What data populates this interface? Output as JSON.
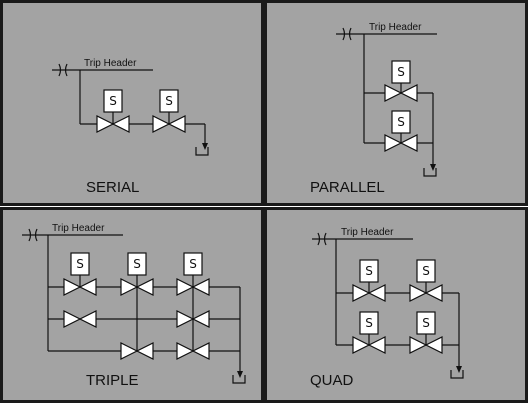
{
  "colors": {
    "panel": "#a3a3a3",
    "border": "#1a1a1a",
    "line": "#111111",
    "fill": "#ffffff"
  },
  "solenoid_label": "S",
  "panels": [
    {
      "id": "serial",
      "title": "SERIAL",
      "header": "Trip Header"
    },
    {
      "id": "parallel",
      "title": "PARALLEL",
      "header": "Trip Header"
    },
    {
      "id": "triple",
      "title": "TRIPLE",
      "header": "Trip Header"
    },
    {
      "id": "quad",
      "title": "QUAD",
      "header": "Trip Header"
    }
  ]
}
